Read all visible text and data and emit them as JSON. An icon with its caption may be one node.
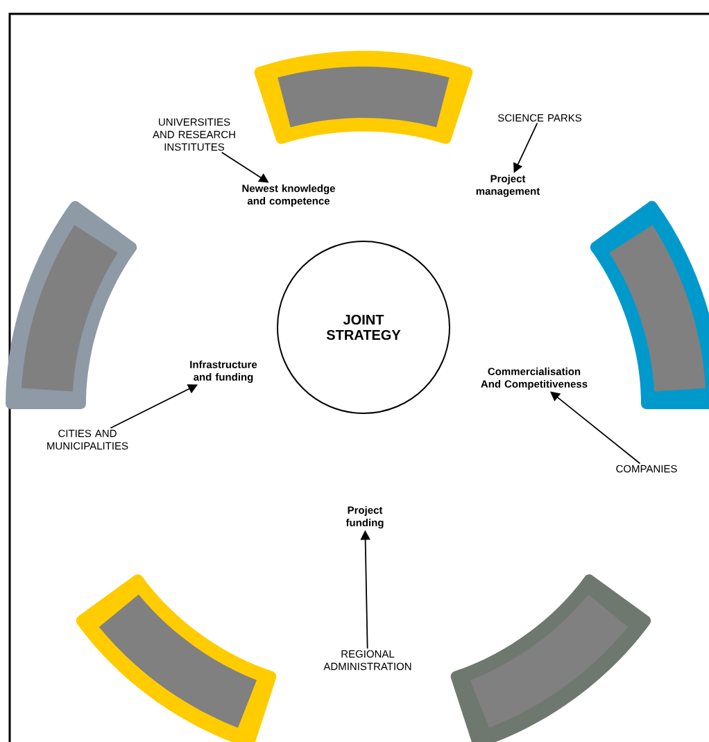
{
  "diagram": {
    "nodes": [
      {
        "text": [],
        "shape": "band"
      },
      {
        "text": [
          "UNIVERSITIES AND RESEARCH INSTITUTES"
        ]
      },
      {
        "text": [
          "SCIENCE PARKS"
        ]
      },
      {
        "text": [
          "Newest knowledge and competence"
        ]
      },
      {
        "text": [
          "Project management"
        ]
      },
      {
        "text": [],
        "shape": "band"
      },
      {
        "text": [],
        "shape": "band"
      },
      {
        "text": [
          "JOINT STRATEGY"
        ]
      },
      {
        "text": [
          "Infrastructure and funding"
        ]
      },
      {
        "text": [
          "Commercialisation And Competitiveness"
        ]
      },
      {
        "text": [
          "CITIES AND MUNICIPALITIES"
        ]
      },
      {
        "text": [
          "COMPANIES"
        ]
      },
      {
        "text": [
          "Project funding"
        ]
      },
      {
        "text": [],
        "shape": "band"
      },
      {
        "text": [],
        "shape": "band"
      },
      {
        "text": [
          "REGIONAL ADMINISTRATION"
        ]
      }
    ],
    "edges": [
      {
        "from": 1,
        "to": 3,
        "arrow": "to"
      },
      {
        "from": 2,
        "to": 4,
        "arrow": "to"
      },
      {
        "from": 10,
        "to": 8,
        "arrow": "to"
      },
      {
        "from": 11,
        "to": 9,
        "arrow": "to"
      },
      {
        "from": 15,
        "to": 12,
        "arrow": "to"
      }
    ]
  }
}
